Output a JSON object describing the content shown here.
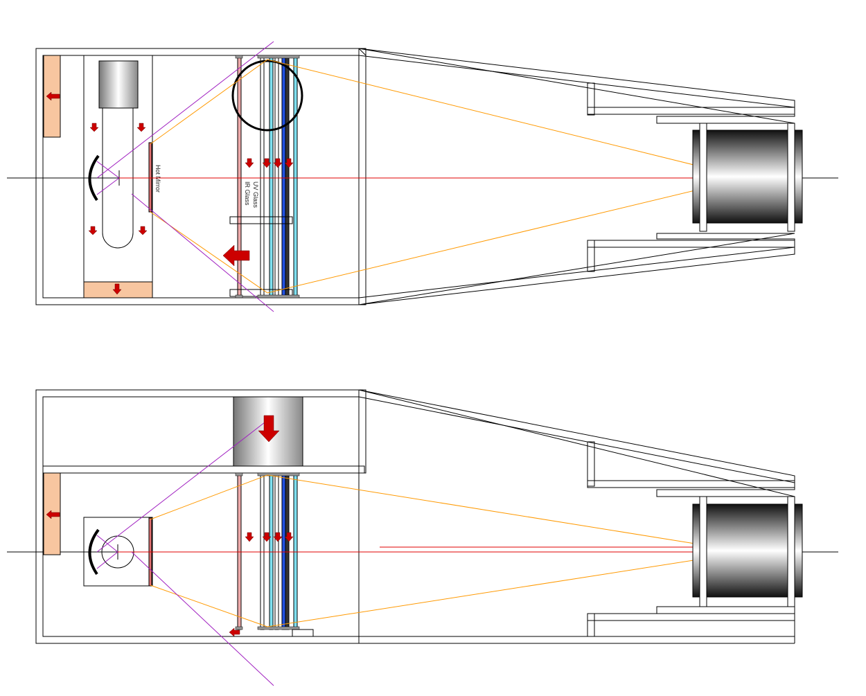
{
  "labels": {
    "hot_mirror": "Hot Mirror",
    "uv_glass": "UV Glass",
    "ir_glass": "IR Glass"
  },
  "colors": {
    "outline": "#000000",
    "optical_axis": "#e00000",
    "light_ray": "#ff9900",
    "angle_line": "#a020c0",
    "airflow_arrow": "#cc0000",
    "fan_pad": "#f8c6a0",
    "hot_mirror": "#e07070",
    "ir_glass": "#eeaaaa",
    "glass_cyan": "#7fe0f0",
    "glass_blue": "#2050e0",
    "glass_dark": "#333333"
  }
}
